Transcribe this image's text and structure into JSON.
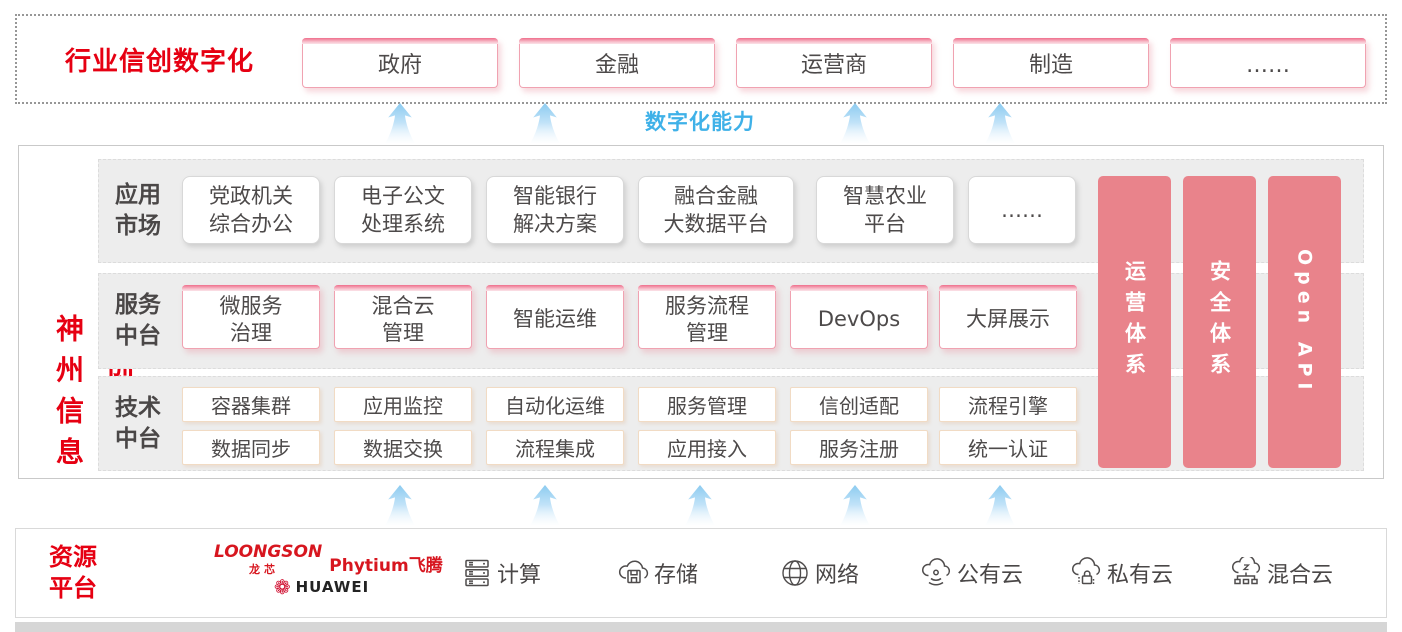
{
  "top_banner": {
    "title": "行业信创数字化",
    "industries": [
      "政府",
      "金融",
      "运营商",
      "制造",
      "……"
    ]
  },
  "capability": {
    "label": "数字化能力"
  },
  "platform": {
    "title": "神州信息信创云",
    "rows": {
      "app": {
        "label": {
          "l1": "应用",
          "l2": "市场"
        },
        "items": [
          {
            "l1": "党政机关",
            "l2": "综合办公"
          },
          {
            "l1": "电子公文",
            "l2": "处理系统"
          },
          {
            "l1": "智能银行",
            "l2": "解决方案"
          },
          {
            "l1": "融合金融",
            "l2": "大数据平台"
          },
          {
            "l1": "智慧农业",
            "l2": "平台"
          },
          {
            "l1": "……",
            "l2": ""
          }
        ]
      },
      "service": {
        "label": {
          "l1": "服务",
          "l2": "中台"
        },
        "items": [
          {
            "l1": "微服务",
            "l2": "治理"
          },
          {
            "l1": "混合云",
            "l2": "管理"
          },
          {
            "l1": "智能运维",
            "l2": ""
          },
          {
            "l1": "服务流程",
            "l2": "管理"
          },
          {
            "l1": "DevOps",
            "l2": ""
          },
          {
            "l1": "大屏展示",
            "l2": ""
          }
        ]
      },
      "tech": {
        "label": {
          "l1": "技术",
          "l2": "中台"
        },
        "row1": [
          "容器集群",
          "应用监控",
          "自动化运维",
          "服务管理",
          "信创适配",
          "流程引擎"
        ],
        "row2": [
          "数据同步",
          "数据交换",
          "流程集成",
          "应用接入",
          "服务注册",
          "统一认证"
        ]
      }
    },
    "pillars": [
      "运营体系",
      "安全体系",
      "Open API"
    ]
  },
  "resources": {
    "label": {
      "l1": "资源",
      "l2": "平台"
    },
    "vendors": {
      "loongson": "LOONGSON",
      "loongson_sub": "龙芯",
      "phytium": "Phytium飞腾",
      "huawei": "HUAWEI"
    },
    "items": [
      {
        "icon": "compute-server-icon",
        "label": "计算"
      },
      {
        "icon": "storage-icon",
        "label": "存储"
      },
      {
        "icon": "network-icon",
        "label": "网络"
      },
      {
        "icon": "public-cloud-icon",
        "label": "公有云"
      },
      {
        "icon": "private-cloud-icon",
        "label": "私有云"
      },
      {
        "icon": "hybrid-cloud-icon",
        "label": "混合云"
      }
    ]
  },
  "colors": {
    "accent_red": "#e60012",
    "pillar_salmon": "#e9838b",
    "capability_blue": "#3fb1e8",
    "band_gray": "#ededed",
    "box_text": "#4d4a4a"
  }
}
